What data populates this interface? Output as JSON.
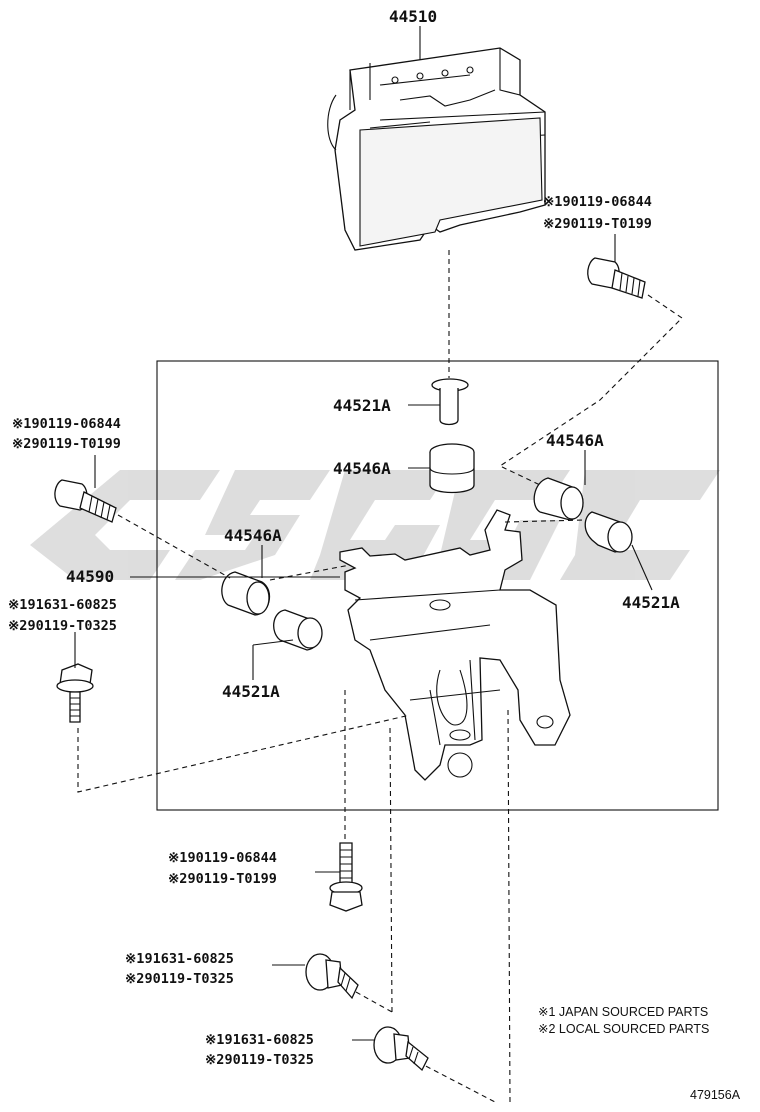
{
  "parts": {
    "p44510": "44510",
    "p44521A_top": "44521A",
    "p44546A_top": "44546A",
    "p44546A_right": "44546A",
    "p44521A_right": "44521A",
    "p44546A_left": "44546A",
    "p44590": "44590",
    "p44521A_left": "44521A"
  },
  "bolts": {
    "top_right": {
      "l1": "※190119-06844",
      "l2": "※290119-T0199"
    },
    "left_upper": {
      "l1": "※190119-06844",
      "l2": "※290119-T0199"
    },
    "left_lower": {
      "l1": "※191631-60825",
      "l2": "※290119-T0325"
    },
    "bottom_1": {
      "l1": "※190119-06844",
      "l2": "※290119-T0199"
    },
    "bottom_2": {
      "l1": "※191631-60825",
      "l2": "※290119-T0325"
    },
    "bottom_3": {
      "l1": "※191631-60825",
      "l2": "※290119-T0325"
    }
  },
  "notes": {
    "n1": "※1 JAPAN SOURCED PARTS",
    "n2": "※2 LOCAL SOURCED PARTS"
  },
  "figure_id": "479156A"
}
